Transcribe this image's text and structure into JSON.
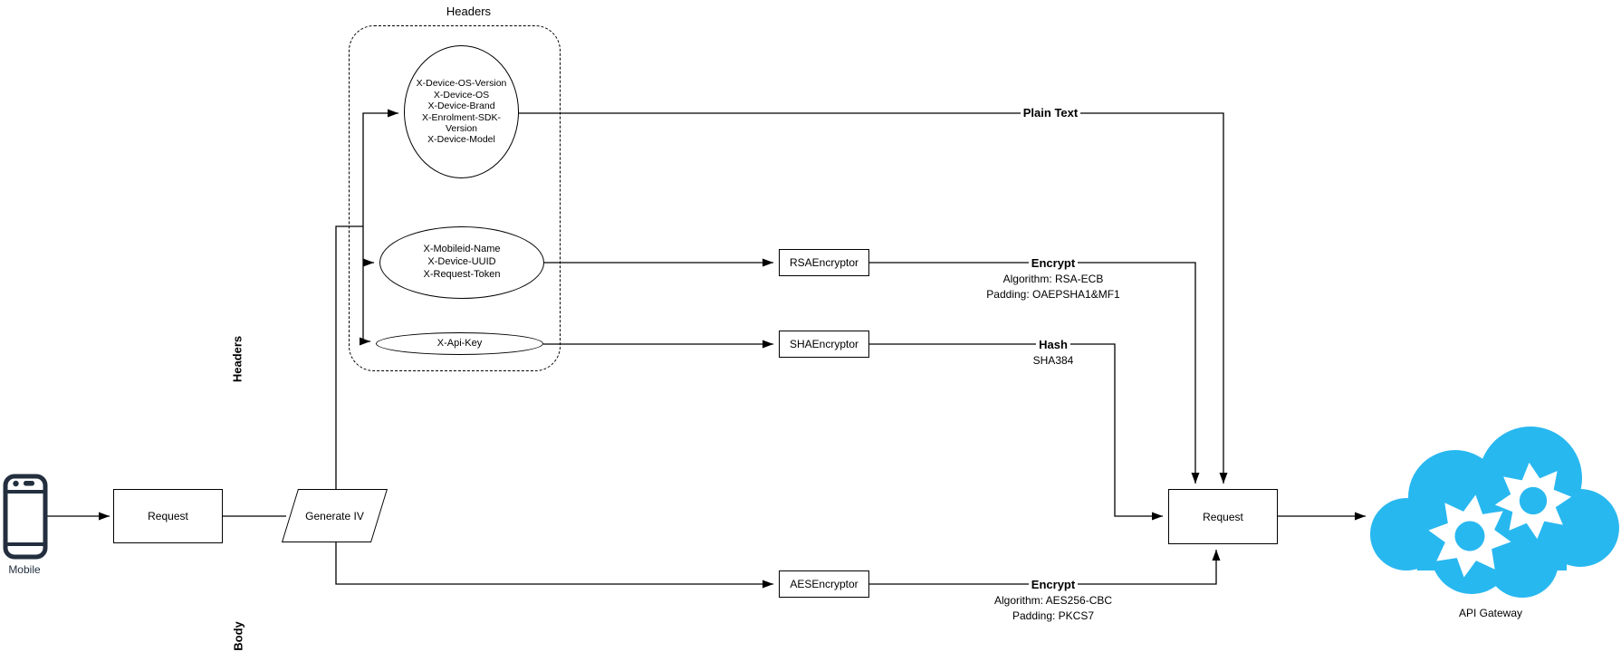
{
  "colors": {
    "line": "#000000",
    "cloud": "#28B8F0",
    "device_icon": "#232F3E"
  },
  "lanes": {
    "headers": "Headers",
    "body": "Body"
  },
  "headers_group": {
    "title": "Headers"
  },
  "nodes": {
    "mobile": {
      "label": "Mobile"
    },
    "request_left": {
      "label": "Request"
    },
    "generate_iv": {
      "label": "Generate IV"
    },
    "device_headers": {
      "lines": [
        "X-Device-OS-Version",
        "X-Device-OS",
        "X-Device-Brand",
        "X-Enrolment-SDK-Version",
        "X-Device-Model"
      ]
    },
    "identity_headers": {
      "lines": [
        "X-Mobileid-Name",
        "X-Device-UUID",
        "X-Request-Token"
      ]
    },
    "api_key_header": {
      "label": "X-Api-Key"
    },
    "rsa_encryptor": {
      "label": "RSAEncryptor"
    },
    "sha_encryptor": {
      "label": "SHAEncryptor"
    },
    "aes_encryptor": {
      "label": "AESEncryptor"
    },
    "request_right": {
      "label": "Request"
    },
    "api_gateway": {
      "label": "API Gateway"
    }
  },
  "edge_labels": {
    "plain_text": {
      "title": "Plain Text"
    },
    "rsa_encrypt": {
      "title": "Encrypt",
      "lines": [
        "Algorithm: RSA-ECB",
        "Padding: OAEPSHA1&MF1"
      ]
    },
    "sha_hash": {
      "title": "Hash",
      "lines": [
        "SHA384"
      ]
    },
    "aes_encrypt": {
      "title": "Encrypt",
      "lines": [
        "Algorithm: AES256-CBC",
        "Padding: PKCS7"
      ]
    }
  }
}
